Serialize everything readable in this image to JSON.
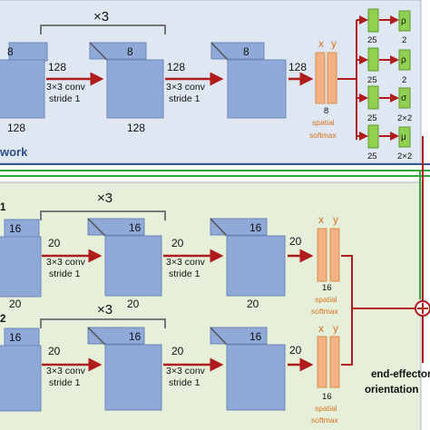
{
  "colors": {
    "top_panel": "#dfe7f2",
    "bottom_panel": "#e5efd9",
    "panel_border": "#a8b6c6",
    "feature_map": "#8fa9d9",
    "feature_edge": "#6f87b8",
    "softmax_bar": "#f4b183",
    "gaussian_cell": "#92d050",
    "arrow": "#b01c1c",
    "green_line": "#31a83a",
    "blue_line": "#2f5597"
  },
  "icons": {
    "sum_node": "circled-plus-icon",
    "arrow": "arrow-right-icon"
  },
  "top_network": {
    "label": "work",
    "repeat": "×3",
    "maps": [
      {
        "depth": "8",
        "side": "128",
        "bottom": "128"
      },
      {
        "depth": "8",
        "side": "128",
        "bottom": "128"
      },
      {
        "depth": "8",
        "side": "128",
        "bottom": ""
      }
    ],
    "convs": [
      {
        "kernel": "3×3 conv",
        "stride": "stride 1"
      },
      {
        "kernel": "3×3 conv",
        "stride": "stride 1"
      }
    ],
    "softmax": {
      "x": "x",
      "y": "y",
      "count": "8",
      "label1": "spatial",
      "label2": "softmax"
    },
    "heads": [
      {
        "symbol": "ρ",
        "in": "25",
        "out": "2"
      },
      {
        "symbol": "ρ",
        "in": "25",
        "out": "2"
      },
      {
        "symbol": "σ",
        "in": "25",
        "out": "2×2"
      },
      {
        "symbol": "μ",
        "in": "25",
        "out": "2×2"
      }
    ]
  },
  "bottom_network_1": {
    "label": "1",
    "repeat": "×3",
    "maps": [
      {
        "depth": "16",
        "side": "20",
        "bottom": "20"
      },
      {
        "depth": "16",
        "side": "20",
        "bottom": "20"
      },
      {
        "depth": "16",
        "side": "20",
        "bottom": "20"
      }
    ],
    "convs": [
      {
        "kernel": "3×3 conv",
        "stride": "stride 1"
      },
      {
        "kernel": "3×3 conv",
        "stride": "stride 1"
      }
    ],
    "softmax": {
      "x": "x",
      "y": "y",
      "count": "16",
      "label1": "spatial",
      "label2": "softmax"
    }
  },
  "bottom_network_2": {
    "label": "2",
    "repeat": "×3",
    "maps": [
      {
        "depth": "16",
        "side": "20",
        "bottom": ""
      },
      {
        "depth": "16",
        "side": "20",
        "bottom": ""
      },
      {
        "depth": "16",
        "side": "20",
        "bottom": ""
      }
    ],
    "convs": [
      {
        "kernel": "3×3 conv",
        "stride": "stride 1"
      },
      {
        "kernel": "3×3 conv",
        "stride": "stride 1"
      }
    ],
    "softmax": {
      "x": "x",
      "y": "y",
      "count": "16",
      "label1": "spatial",
      "label2": "softmax"
    }
  },
  "output": {
    "line1": "end-effector",
    "line2": "orientation"
  }
}
